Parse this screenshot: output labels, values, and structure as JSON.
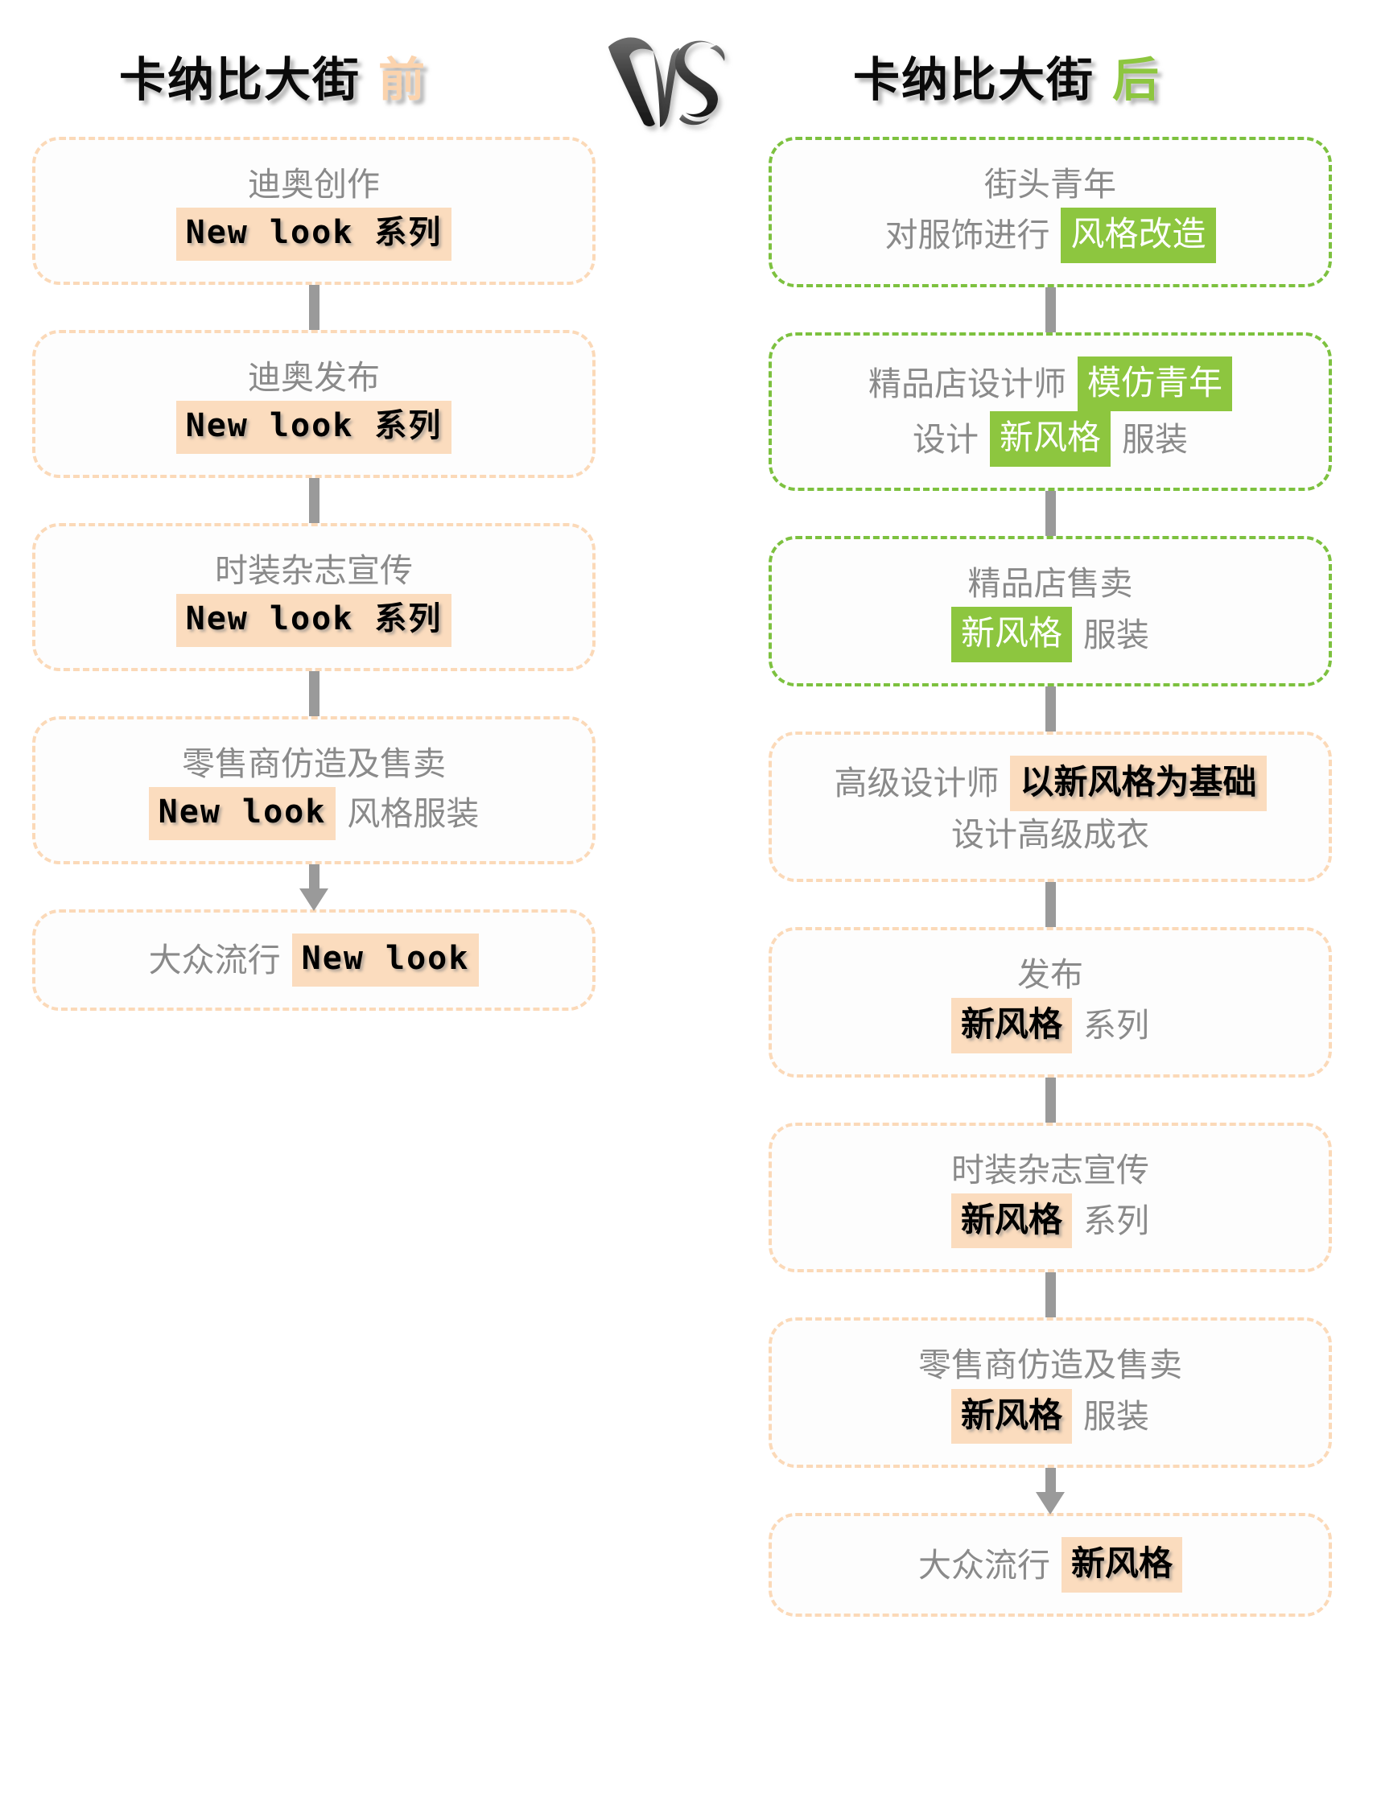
{
  "header": {
    "left_title_main": "卡纳比大街",
    "left_title_suffix": "前",
    "right_title_main": "卡纳比大街",
    "right_title_suffix": "后",
    "vs_label": "VS",
    "peach_color": "#fbdcbe",
    "green_color": "#8dc63f",
    "border_peach": "#fbd9b8",
    "border_green": "#7dc13f",
    "text_gray": "#8a8a8a",
    "connector_gray": "#9a9a9a"
  },
  "left_column": {
    "nodes": [
      {
        "line1_plain": "迪奥创作",
        "line2_plain_before": "",
        "line2_highlight": "New look 系列",
        "line2_plain_after": "",
        "border": "peach",
        "highlight_style": "peach-mono"
      },
      {
        "line1_plain": "迪奥发布",
        "line2_plain_before": "",
        "line2_highlight": "New look 系列",
        "line2_plain_after": "",
        "border": "peach",
        "highlight_style": "peach-mono"
      },
      {
        "line1_plain": "时装杂志宣传",
        "line2_plain_before": "",
        "line2_highlight": "New look 系列",
        "line2_plain_after": "",
        "border": "peach",
        "highlight_style": "peach-mono"
      },
      {
        "line1_plain": "零售商仿造及售卖",
        "line2_plain_before": "",
        "line2_highlight": "New look",
        "line2_plain_after": "风格服装",
        "border": "peach",
        "highlight_style": "peach-mono"
      },
      {
        "line1_plain": "",
        "line2_plain_before": "大众流行",
        "line2_highlight": "New look",
        "line2_plain_after": "",
        "border": "peach",
        "highlight_style": "peach-mono"
      }
    ],
    "connectors": [
      "line",
      "line",
      "line",
      "arrow"
    ]
  },
  "right_column": {
    "nodes": [
      {
        "line1_plain": "街头青年",
        "line2_plain_before": "对服饰进行",
        "line2_highlight": "风格改造",
        "line2_plain_after": "",
        "border": "green",
        "highlight_style": "green"
      },
      {
        "line1_plain_before": "精品店设计师",
        "line1_highlight": "模仿青年",
        "line2_plain_before": "设计",
        "line2_highlight": "新风格",
        "line2_plain_after": "服装",
        "border": "green",
        "highlight_style": "green"
      },
      {
        "line1_plain": "精品店售卖",
        "line2_plain_before": "",
        "line2_highlight": "新风格",
        "line2_plain_after": "服装",
        "border": "green",
        "highlight_style": "green"
      },
      {
        "line1_plain_before": "高级设计师",
        "line1_highlight": "以新风格为基础",
        "line2_plain_before": "设计高级成衣",
        "line2_highlight": "",
        "line2_plain_after": "",
        "border": "peach",
        "highlight_style": "peach-cjk"
      },
      {
        "line1_plain": "发布",
        "line2_plain_before": "",
        "line2_highlight": "新风格",
        "line2_plain_after": "系列",
        "border": "peach",
        "highlight_style": "peach-cjk"
      },
      {
        "line1_plain": "时装杂志宣传",
        "line2_plain_before": "",
        "line2_highlight": "新风格",
        "line2_plain_after": "系列",
        "border": "peach",
        "highlight_style": "peach-cjk"
      },
      {
        "line1_plain": "零售商仿造及售卖",
        "line2_plain_before": "",
        "line2_highlight": "新风格",
        "line2_plain_after": "服装",
        "border": "peach",
        "highlight_style": "peach-cjk"
      },
      {
        "line1_plain": "",
        "line2_plain_before": "大众流行",
        "line2_highlight": "新风格",
        "line2_plain_after": "",
        "border": "peach",
        "highlight_style": "peach-cjk"
      }
    ],
    "connectors": [
      "line",
      "line",
      "line",
      "line",
      "line",
      "line",
      "arrow"
    ]
  }
}
